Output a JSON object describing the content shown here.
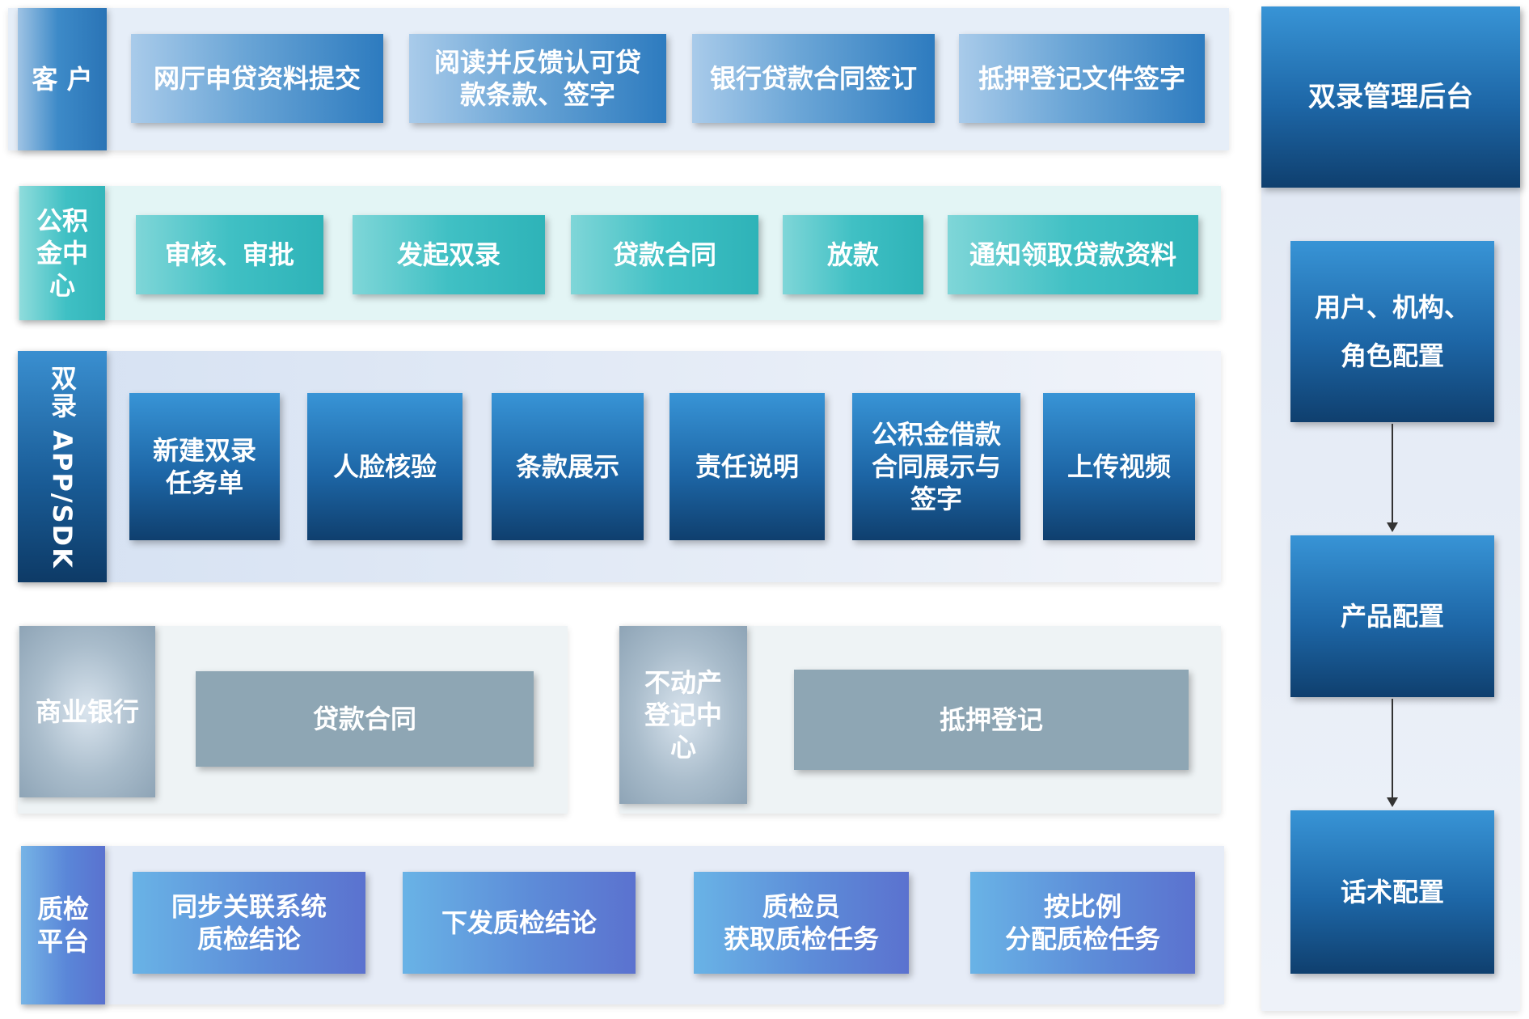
{
  "lanes": {
    "customer": {
      "label": "客 户",
      "nodes": [
        "网厅申贷资料提交",
        "阅读并反馈认可贷\n款条款、签字",
        "银行贷款合同签订",
        "抵押登记文件签字"
      ]
    },
    "fund_center": {
      "label": "公积\n金中\n心",
      "nodes": [
        "审核、审批",
        "发起双录",
        "贷款合同",
        "放款",
        "通知领取贷款资料"
      ]
    },
    "app_sdk": {
      "label": "双录 APP/SDK",
      "nodes": [
        "新建双录\n任务单",
        "人脸核验",
        "条款展示",
        "责任说明",
        "公积金借款\n合同展示与\n签字",
        "上传视频"
      ]
    },
    "bank": {
      "label": "商业银行",
      "node": "贷款合同"
    },
    "registry": {
      "label": "不动产\n登记中\n心",
      "node": "抵押登记"
    },
    "qc_platform": {
      "label": "质检\n平台",
      "nodes": [
        "同步关联系统\n质检结论",
        "下发质检结论",
        "质检员\n获取质检任务",
        "按比例\n分配质检任务"
      ]
    }
  },
  "backend": {
    "title": "双录管理后台",
    "steps": [
      "用户、机构、\n角色配置",
      "产品配置",
      "话术配置"
    ]
  }
}
